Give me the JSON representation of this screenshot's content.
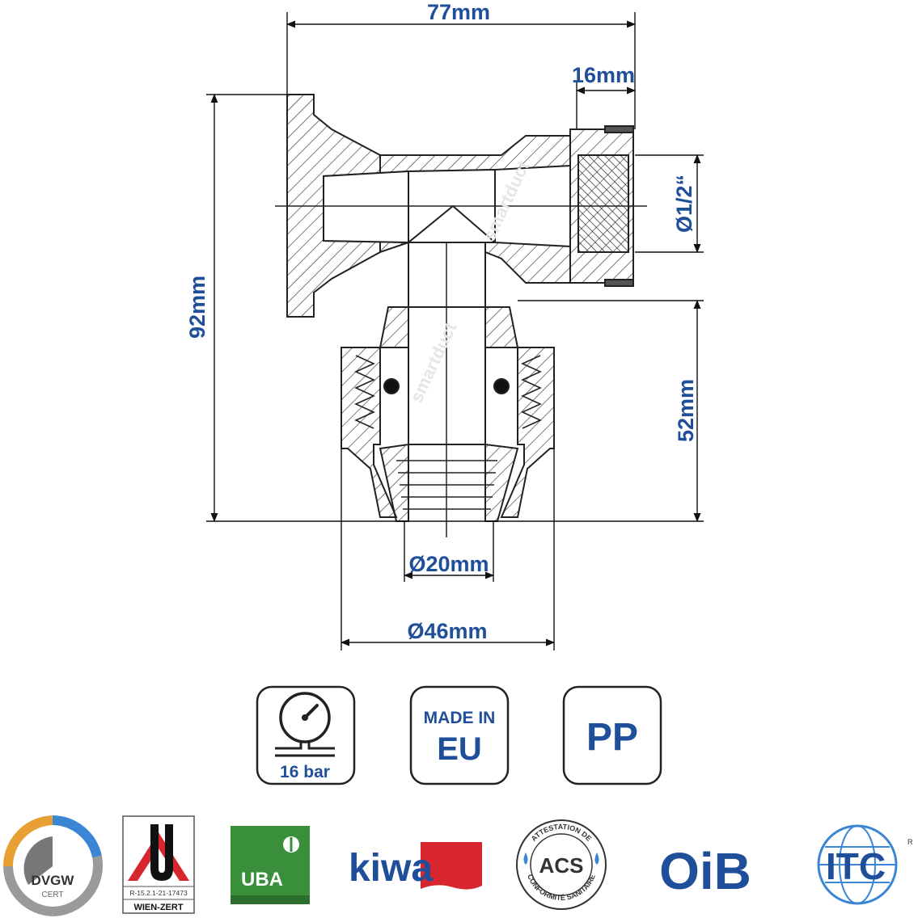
{
  "dimensions": {
    "width_total": "77mm",
    "thread_depth": "16mm",
    "thread_size": "Ø1/2“",
    "height_total": "92mm",
    "height_lower": "52mm",
    "pipe_inner": "Ø20mm",
    "nut_outer": "Ø46mm"
  },
  "watermark": "smartduct",
  "badges": {
    "pressure_value": "16 bar",
    "made_in_line1": "MADE IN",
    "made_in_line2": "EU",
    "material": "PP"
  },
  "logos": {
    "dvgw_main": "DVGW",
    "dvgw_sub": "CERT",
    "wien_code": "R-15.2.1-21-17473",
    "wien_name": "WIEN-ZERT",
    "uba": "UBA",
    "kiwa": "kiwa",
    "acs_main": "ACS",
    "acs_ring_top": "ATTESTATION DE",
    "acs_ring_bottom": "CONFORMITÉ SANITAIRE",
    "oib": "OiB",
    "itc": "ITC",
    "itc_reg": "R"
  },
  "colors": {
    "dimension_text": "#1f4e9a",
    "uba_green": "#3a8f3a",
    "kiwa_red": "#d8262e",
    "oib_blue": "#1f4e9a"
  }
}
